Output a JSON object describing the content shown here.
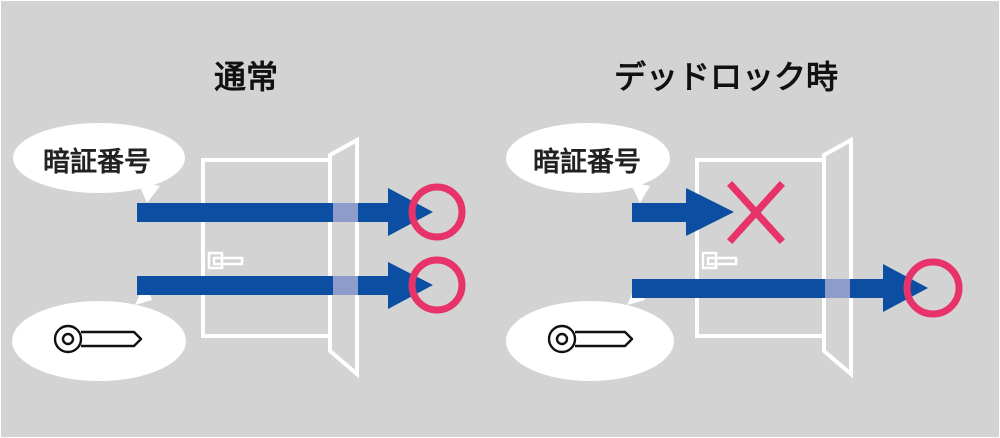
{
  "left": {
    "title": "通常",
    "code_label": "暗証番号"
  },
  "right": {
    "title": "デッドロック時",
    "code_label": "暗証番号"
  },
  "colors": {
    "background": "#d3d3d3",
    "arrow": "#0b4ea2",
    "arrow_light": "#8e9ccb",
    "mark": "#e8336a",
    "outline": "#ffffff"
  },
  "icons": [
    "key-icon",
    "lock-handle-icon",
    "circle-mark-icon",
    "cross-mark-icon"
  ]
}
